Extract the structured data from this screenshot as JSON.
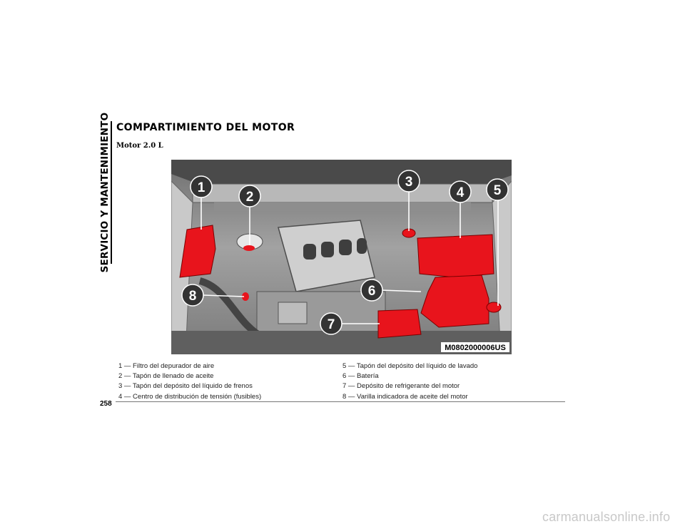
{
  "side_tab": "SERVICIO Y MANTENIMIENTO",
  "title": "COMPARTIMIENTO DEL MOTOR",
  "subtitle": "Motor 2.0 L",
  "figure": {
    "code": "M0802000006US",
    "callouts": [
      "1",
      "2",
      "3",
      "4",
      "5",
      "6",
      "7",
      "8"
    ],
    "highlight_color": "#e8141c"
  },
  "legend_left": [
    "1 — Filtro del depurador de aire",
    "2 — Tapón de llenado de aceite",
    "3 — Tapón del depósito del líquido de frenos",
    "4 — Centro de distribución de tensión (fusibles)"
  ],
  "legend_right": [
    "5 — Tapón del depósito del líquido de lavado",
    "6 — Batería",
    "7 — Depósito de refrigerante del motor",
    "8 — Varilla indicadora de aceite del motor"
  ],
  "page_number": "258",
  "watermark": "carmanualsonline.info"
}
